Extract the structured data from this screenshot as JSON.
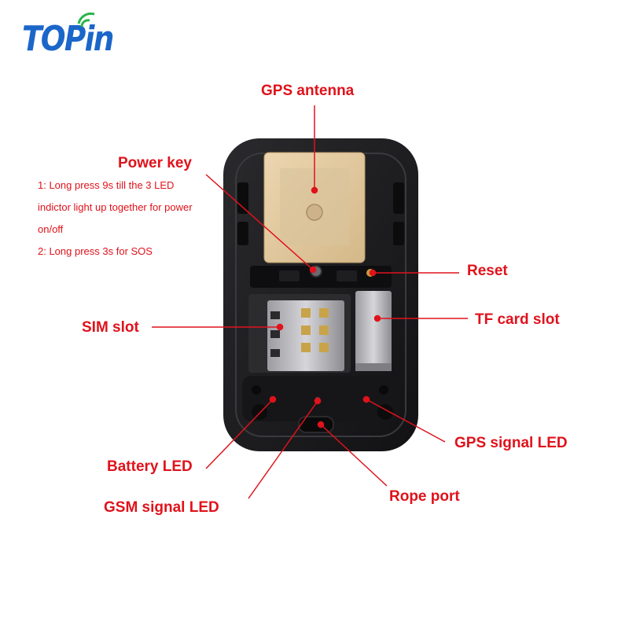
{
  "brand": {
    "logo_text": "TOPin",
    "logo_color": "#1b66c9",
    "signal_color": "#2ab34a"
  },
  "colors": {
    "callout": "#e0121b",
    "device_body": "#1b1b1d",
    "antenna_patch": "#e2c9a0",
    "metal": "#b4b4b8"
  },
  "labels": {
    "gps_antenna": "GPS antenna",
    "power_key": "Power key",
    "reset": "Reset",
    "sim_slot": "SIM slot",
    "tf_card_slot": "TF card slot",
    "gps_signal_led": "GPS signal LED",
    "battery_led": "Battery LED",
    "rope_port": "Rope port",
    "gsm_signal_led": "GSM signal LED"
  },
  "power_key_notes": [
    "1: Long press 9s till the 3 LED",
    "indictor  light up together for power",
    "on/off",
    "2: Long press 3s for SOS"
  ]
}
